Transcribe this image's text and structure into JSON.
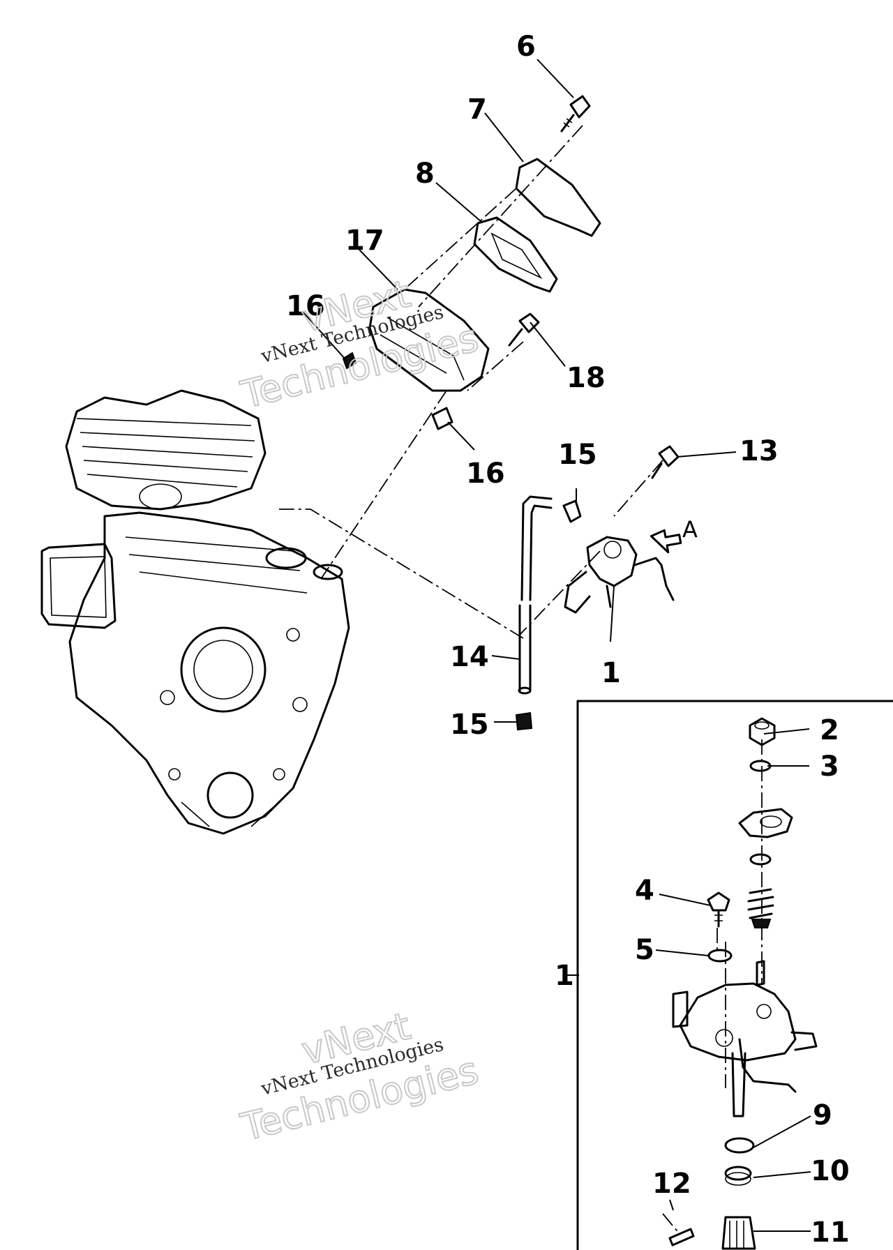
{
  "callouts": {
    "c1": "1",
    "c2": "2",
    "c3": "3",
    "c4": "4",
    "c5": "5",
    "c6": "6",
    "c7": "7",
    "c8": "8",
    "c9": "9",
    "c10": "10",
    "c11": "11",
    "c12": "12",
    "c13": "13",
    "c14": "14",
    "c15a": "15",
    "c15b": "15",
    "c16a": "16",
    "c16b": "16",
    "c17": "17",
    "c18": "18",
    "c1inset": "1",
    "arrowA": "A"
  },
  "watermark": {
    "line1": "vNext",
    "line2": "vNext Technologies",
    "line3": "Technologies"
  },
  "colors": {
    "ink": "#000000",
    "paper": "#ffffff",
    "watermark": "#c8c8c8"
  }
}
